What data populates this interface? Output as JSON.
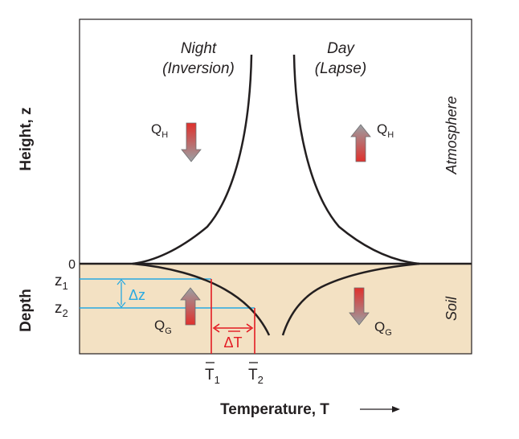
{
  "axes": {
    "y_upper_label": "Height, z",
    "y_lower_label": "Depth",
    "x_label": "Temperature, T",
    "zero_label": "0",
    "z1_label": "z",
    "z1_sub": "1",
    "z2_label": "z",
    "z2_sub": "2"
  },
  "profiles": {
    "night_title": "Night",
    "night_subtitle": "(Inversion)",
    "day_title": "Day",
    "day_subtitle": "(Lapse)"
  },
  "layers": {
    "atmosphere": "Atmosphere",
    "soil": "Soil"
  },
  "fluxes": {
    "night_sensible_main": "Q",
    "night_sensible_sub": "H",
    "day_sensible_main": "Q",
    "day_sensible_sub": "H",
    "night_ground_main": "Q",
    "night_ground_sub": "G",
    "day_ground_main": "Q",
    "day_ground_sub": "G"
  },
  "annotations": {
    "delta_z": "Δz",
    "delta_t": "ΔT",
    "t1_label": "T",
    "t1_sub": "1",
    "t2_label": "T",
    "t2_sub": "2"
  },
  "colors": {
    "soil_fill": "#f3e1c3",
    "reference_lines": "#27a9e1",
    "temperature_marks": "#e31b23",
    "arrow_red": "#e0302c",
    "arrow_gray": "#8a8d90"
  }
}
